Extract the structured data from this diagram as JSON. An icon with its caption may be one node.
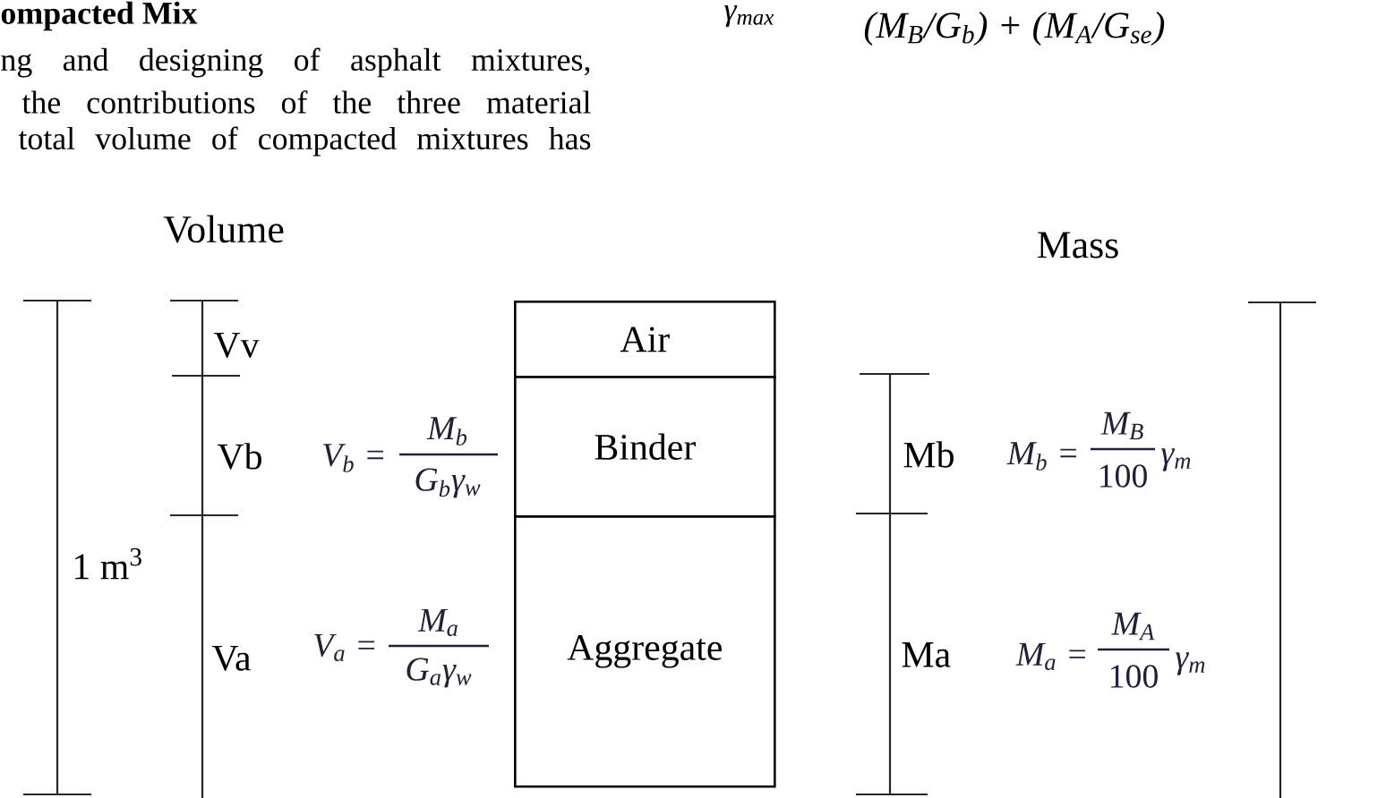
{
  "diagram": {
    "nodes": [
      {
        "text": [
          "Air"
        ]
      },
      {
        "text": [
          "Binder"
        ]
      },
      {
        "text": [
          "Aggregate"
        ]
      }
    ],
    "labels": [
      "ompacted Mix",
      "ng and designing of asphalt mixtures,",
      "the contributions of the three material",
      "total volume of compacted mixtures has",
      "γ$_{max}$",
      "(M$_{B}$/G$_{b}$) + (M$_{A}$/G$_{se}$)",
      "Volume",
      "Mass",
      "Vv",
      "Vb",
      "V$_{b}$ =",
      "M$_{b}$",
      "G$_{b}$γ$_{w}$",
      "Mb",
      "M$_{b}$ =",
      "M$_{B}$",
      "100",
      "γ$_{m}$",
      "1 m$^{3}$",
      "Va",
      "V$_{a}$ =",
      "M$_{a}$",
      "G$_{a}$γ$_{w}$",
      "Ma",
      "M$_{a}$ =",
      "M$_{A}$",
      "100",
      "γ$_{m}$"
    ]
  }
}
